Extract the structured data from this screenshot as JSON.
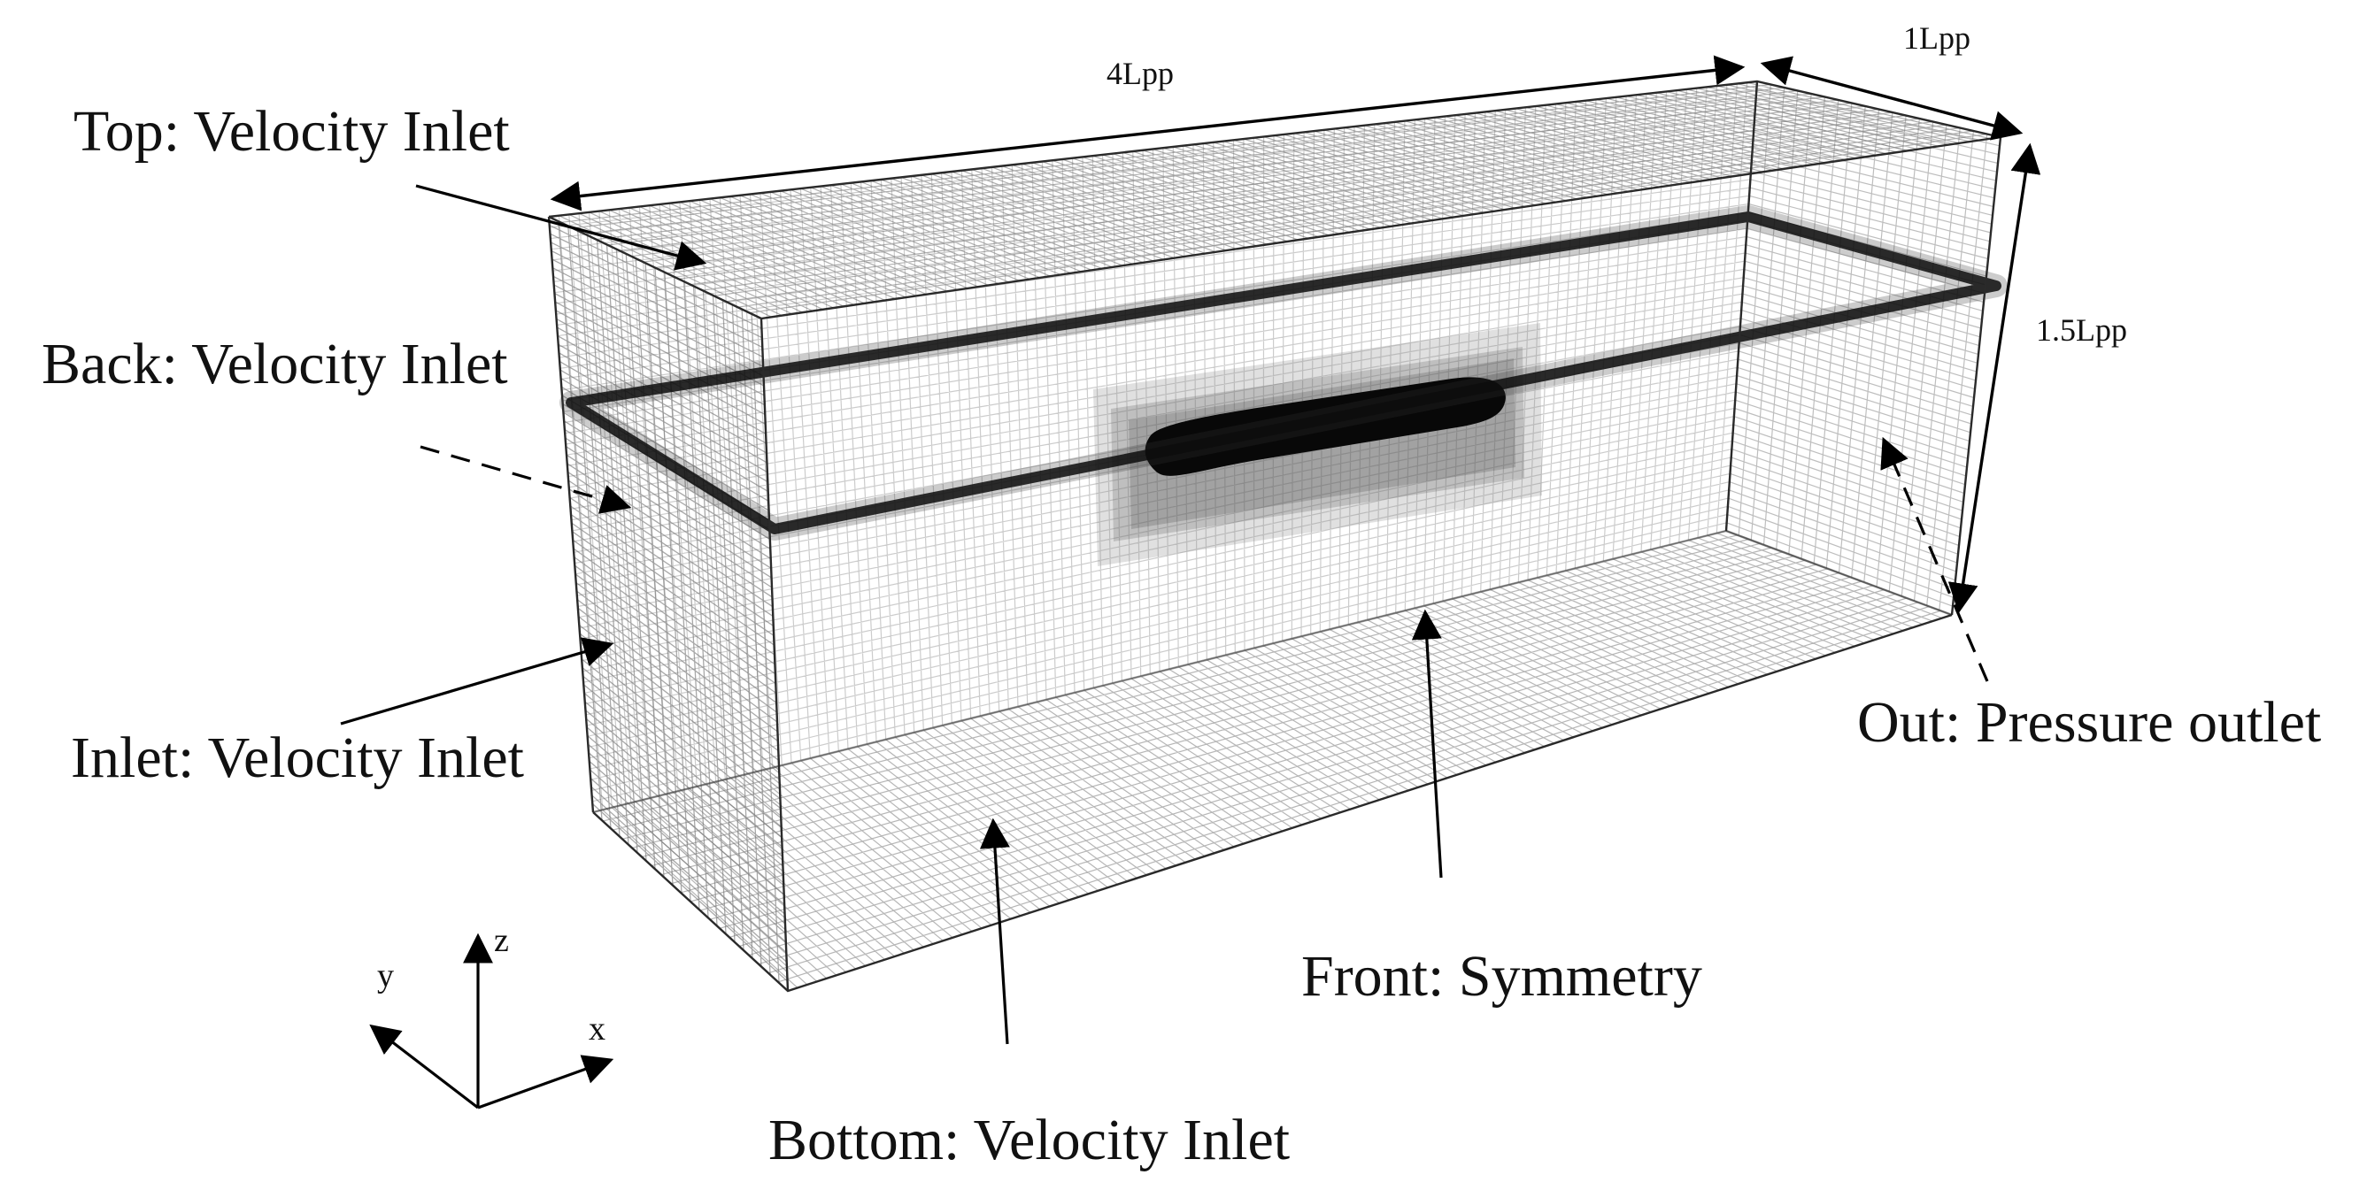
{
  "labels": {
    "top": "Top: Velocity Inlet",
    "back": "Back: Velocity Inlet",
    "inlet": "Inlet: Velocity Inlet",
    "bottom": "Bottom: Velocity Inlet",
    "front": "Front: Symmetry",
    "out": "Out: Pressure outlet"
  },
  "dimensions": {
    "length": "4Lpp",
    "width": "1Lpp",
    "height": "1.5Lpp"
  },
  "axes": {
    "x": "x",
    "y": "y",
    "z": "z"
  },
  "colors": {
    "mesh": "#6e6e6e",
    "hull": "#0a0a0a",
    "refinement": "#9a9a9a"
  }
}
